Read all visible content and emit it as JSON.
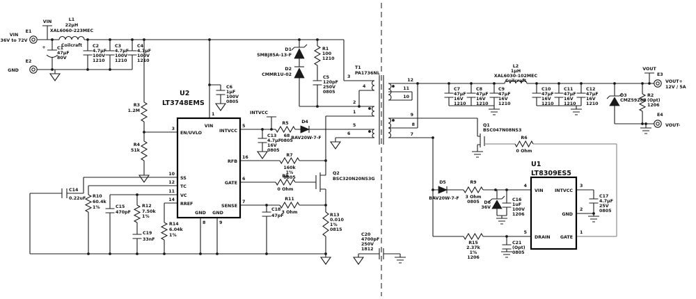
{
  "nets": {
    "vin": "VIN",
    "intvcc": "INTVCC",
    "vout": "VOUT"
  },
  "terminals": {
    "e1": {
      "ref": "E1",
      "label": "VIN",
      "sub": "36V to 72V"
    },
    "e2": {
      "ref": "E2",
      "label": "GND"
    },
    "e3": {
      "ref": "E3",
      "label": "VOUT+",
      "sub": "12V / 5A"
    },
    "e4": {
      "ref": "E4",
      "label": "VOUT-"
    }
  },
  "l1": {
    "ref": "L1",
    "lines": [
      "22µH",
      "XAL6060-223MEC",
      "Coilcraft"
    ]
  },
  "l2": {
    "ref": "L2",
    "lines": [
      "1µH",
      "XAL6030-102MEC",
      "Coilcraft"
    ]
  },
  "c1": {
    "ref": "C1",
    "lines": [
      "47µF",
      "80V"
    ]
  },
  "c2": {
    "ref": "C2",
    "lines": [
      "4.7µF",
      "100V",
      "1210"
    ]
  },
  "c3": {
    "ref": "C3",
    "lines": [
      "4.7µF",
      "100V",
      "1210"
    ]
  },
  "c4": {
    "ref": "C4",
    "lines": [
      "4.7µF",
      "100V",
      "1210"
    ]
  },
  "c5": {
    "ref": "C5",
    "lines": [
      "120pF",
      "250V",
      "0805"
    ]
  },
  "c6": {
    "ref": "C6",
    "lines": [
      "1µF",
      "100V",
      "0805"
    ]
  },
  "c7": {
    "ref": "C7",
    "lines": [
      "47µF",
      "16V",
      "1210"
    ]
  },
  "c8": {
    "ref": "C8",
    "lines": [
      "47µF",
      "16V",
      "1210"
    ]
  },
  "c9": {
    "ref": "C9",
    "lines": [
      "47µF",
      "16V",
      "1210"
    ]
  },
  "c10": {
    "ref": "C10",
    "lines": [
      "47µF",
      "16V",
      "1210"
    ]
  },
  "c11": {
    "ref": "C11",
    "lines": [
      "47µF",
      "16V",
      "1210"
    ]
  },
  "c12": {
    "ref": "C12",
    "lines": [
      "47µF",
      "16V",
      "1210"
    ]
  },
  "c13": {
    "ref": "C13",
    "lines": [
      "4.7µF",
      "16V",
      "0805"
    ]
  },
  "c14": {
    "ref": "C14",
    "lines": [
      "0.22uF"
    ]
  },
  "c15": {
    "ref": "C15",
    "lines": [
      "470pF"
    ]
  },
  "c16": {
    "ref": "C16",
    "lines": [
      "1uF",
      "100V",
      "1206"
    ]
  },
  "c17": {
    "ref": "C17",
    "lines": [
      "4.7µF",
      "25V",
      "0805"
    ]
  },
  "c18": {
    "ref": "C18",
    "lines": [
      "47pF"
    ]
  },
  "c19": {
    "ref": "C19",
    "lines": [
      "33nF"
    ]
  },
  "c20": {
    "ref": "C20",
    "lines": [
      "4700pF",
      "250V",
      "1812"
    ]
  },
  "c21": {
    "ref": "C21",
    "lines": [
      "(Opt)",
      "0805"
    ]
  },
  "r1": {
    "ref": "R1",
    "lines": [
      "100",
      "1210"
    ]
  },
  "r2": {
    "ref": "R2",
    "lines": [
      "(Opt)",
      "1206"
    ]
  },
  "r3": {
    "ref": "R3",
    "lines": [
      "1.2M"
    ]
  },
  "r4": {
    "ref": "R4",
    "lines": [
      "51k"
    ]
  },
  "r5": {
    "ref": "R5",
    "lines": [
      "68",
      "0805"
    ]
  },
  "r6": {
    "ref": "R6",
    "lines": [
      "0 Ohm"
    ]
  },
  "r7": {
    "ref": "R7",
    "lines": [
      "160k",
      "1%",
      "0805"
    ]
  },
  "r8": {
    "ref": "R8",
    "lines": [
      "0 Ohm"
    ]
  },
  "r9": {
    "ref": "R9",
    "lines": [
      "3 Ohm",
      "0805"
    ]
  },
  "r10": {
    "ref": "R10",
    "lines": [
      "60.4k",
      "1%"
    ]
  },
  "r11": {
    "ref": "R11",
    "lines": [
      "3 Ohm"
    ]
  },
  "r12": {
    "ref": "R12",
    "lines": [
      "7.50k",
      "1%"
    ]
  },
  "r13": {
    "ref": "R13",
    "lines": [
      "0.010",
      "1%",
      "0815"
    ]
  },
  "r14": {
    "ref": "R14",
    "lines": [
      "6.04k",
      "1%"
    ]
  },
  "r15": {
    "ref": "R15",
    "lines": [
      "2.37k",
      "1%",
      "1206"
    ]
  },
  "d1": {
    "ref": "D1",
    "part": "SMBJ85A-13-F"
  },
  "d2": {
    "ref": "D2",
    "part": "CMMR1U-02"
  },
  "d3": {
    "ref": "D3",
    "part": "CMZ5928B"
  },
  "d4": {
    "ref": "D4",
    "part": "BAV20W-7-F"
  },
  "d5": {
    "ref": "D5",
    "part": "BAV20W-7-F"
  },
  "d6": {
    "ref": "D6",
    "part": "36V"
  },
  "q1": {
    "ref": "Q1",
    "part": "BSC047N08NS3"
  },
  "q2": {
    "ref": "Q2",
    "part": "BSC320N20NS3G"
  },
  "u2": {
    "ref": "U2",
    "part": "LT3748EMS",
    "pins": {
      "vin": "VIN",
      "en": "EN/UVLO",
      "intvcc": "INTVCC",
      "rfb": "RFB",
      "gate": "GATE",
      "sense": "SENSE",
      "ss": "SS",
      "tc": "TC",
      "vc": "VC",
      "rref": "RREF",
      "gnd": "GND"
    },
    "nums": [
      "1",
      "3",
      "5",
      "16",
      "6",
      "7",
      "10",
      "12",
      "11",
      "14",
      "8",
      "9"
    ]
  },
  "u1": {
    "ref": "U1",
    "part": "LT8309ES5",
    "pins": {
      "vin": "VIN",
      "drain": "DRAIN",
      "intvcc": "INTVCC",
      "gnd": "GND",
      "gate": "GATE"
    },
    "nums": [
      "4",
      "5",
      "3",
      "2",
      "1"
    ]
  },
  "t1": {
    "ref": "T1",
    "part": "PA1736NL",
    "pins_left": [
      "3",
      "4",
      "2",
      "1",
      "5",
      "6"
    ],
    "pins_right": [
      "12",
      "11",
      "10",
      "9",
      "8",
      "7"
    ]
  },
  "misc": {
    "plus": "+"
  }
}
